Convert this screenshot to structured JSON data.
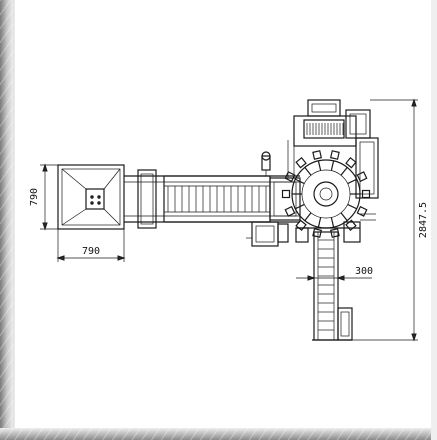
{
  "dimensions": {
    "hopper_height": "790",
    "hopper_width": "790",
    "incline_width": "300",
    "total_height": "2847.5"
  },
  "colors": {
    "line": "#1a1a1a",
    "frame_dark": "#8a8a8a",
    "frame_light": "#e8e8e8",
    "background": "#ffffff"
  }
}
